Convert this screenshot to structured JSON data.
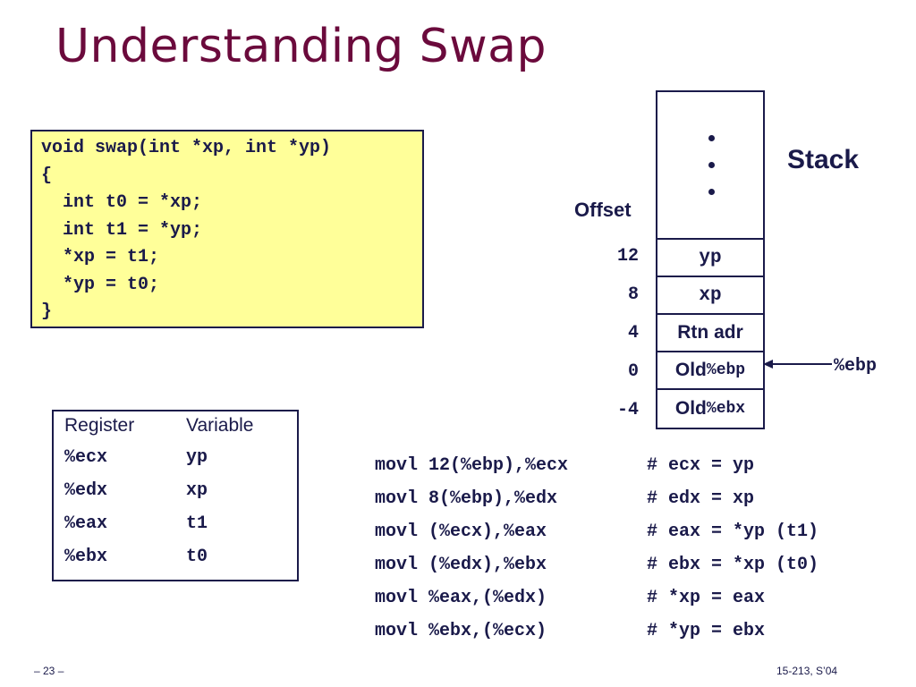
{
  "title": "Understanding Swap",
  "code_lines": [
    "void swap(int *xp, int *yp)",
    "{",
    "  int t0 = *xp;",
    "  int t1 = *yp;",
    "  *xp = t1;",
    "  *yp = t0;",
    "}"
  ],
  "register_table": {
    "headers": [
      "Register",
      "Variable"
    ],
    "rows": [
      [
        "%ecx",
        "yp"
      ],
      [
        "%edx",
        "xp"
      ],
      [
        "%eax",
        "t1"
      ],
      [
        "%ebx",
        "t0"
      ]
    ]
  },
  "stack": {
    "label": "Stack",
    "offset_label": "Offset",
    "offsets": [
      "12",
      "8",
      "4",
      "0",
      "-4"
    ],
    "cells": [
      {
        "prefix": "",
        "code": "yp"
      },
      {
        "prefix": "",
        "code": "xp"
      },
      {
        "prefix": "Rtn adr",
        "code": ""
      },
      {
        "prefix": "Old ",
        "code": "%ebp"
      },
      {
        "prefix": "Old ",
        "code": "%ebx"
      }
    ],
    "pointer_label": "%ebp"
  },
  "assembly": [
    {
      "instr": "movl 12(%ebp),%ecx",
      "comment": "# ecx = yp"
    },
    {
      "instr": "movl 8(%ebp),%edx",
      "comment": "# edx = xp"
    },
    {
      "instr": "movl (%ecx),%eax",
      "comment": "# eax = *yp (t1)"
    },
    {
      "instr": "movl (%edx),%ebx",
      "comment": "# ebx = *xp (t0)"
    },
    {
      "instr": "movl %eax,(%edx)",
      "comment": "# *xp = eax"
    },
    {
      "instr": "movl %ebx,(%ecx)",
      "comment": "# *yp = ebx"
    }
  ],
  "footer": {
    "page": "– 23 –",
    "course": "15-213, S’04"
  },
  "colors": {
    "title": "#6b0a3c",
    "text": "#1a1a4a",
    "code_background": "#ffff99"
  }
}
